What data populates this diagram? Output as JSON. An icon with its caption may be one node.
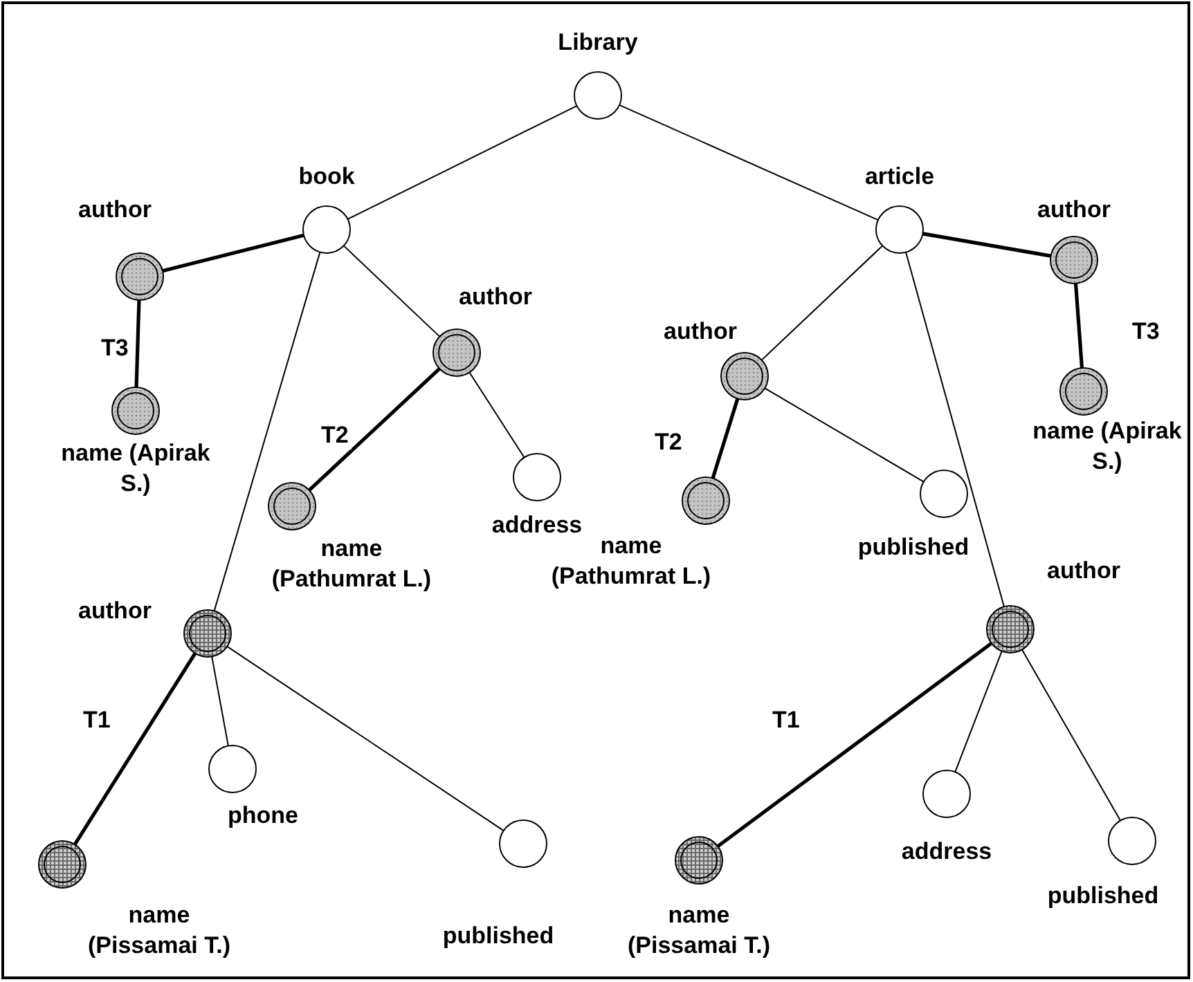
{
  "diagram": {
    "nodes": [
      {
        "text": [
          "Library"
        ]
      },
      {
        "text": [
          "book"
        ]
      },
      {
        "text": [
          "article"
        ]
      },
      {
        "text": [
          "author"
        ]
      },
      {
        "text": [
          "name (Apirak S.)"
        ]
      },
      {
        "text": [
          "author"
        ]
      },
      {
        "text": [
          "name (Pathumrat L.)"
        ]
      },
      {
        "text": [
          "address"
        ]
      },
      {
        "text": [
          "author"
        ]
      },
      {
        "text": [
          "phone"
        ]
      },
      {
        "text": [
          "name (Pissamai T.)"
        ]
      },
      {
        "text": [
          "published"
        ]
      },
      {
        "text": [
          "author"
        ]
      },
      {
        "text": [
          "name (Pathumrat L.)"
        ]
      },
      {
        "text": [
          "published"
        ]
      },
      {
        "text": [
          "author"
        ]
      },
      {
        "text": [
          "name (Apirak S.)"
        ]
      },
      {
        "text": [
          "author"
        ]
      },
      {
        "text": [
          "name (Pissamai T.)"
        ]
      },
      {
        "text": [
          "address"
        ]
      },
      {
        "text": [
          "published"
        ]
      }
    ],
    "edges": [
      {
        "from": 0,
        "to": 1,
        "arrow": "none"
      },
      {
        "from": 0,
        "to": 2,
        "arrow": "none"
      },
      {
        "from": 1,
        "to": 3,
        "arrow": "none",
        "style": "thick"
      },
      {
        "from": 3,
        "to": 4,
        "arrow": "none",
        "style": "thick",
        "label": "T3"
      },
      {
        "from": 1,
        "to": 5,
        "arrow": "none"
      },
      {
        "from": 5,
        "to": 6,
        "arrow": "none",
        "style": "thick",
        "label": "T2"
      },
      {
        "from": 5,
        "to": 7,
        "arrow": "none"
      },
      {
        "from": 1,
        "to": 8,
        "arrow": "none"
      },
      {
        "from": 8,
        "to": 10,
        "arrow": "none",
        "style": "thick",
        "label": "T1"
      },
      {
        "from": 8,
        "to": 9,
        "arrow": "none"
      },
      {
        "from": 8,
        "to": 11,
        "arrow": "none"
      },
      {
        "from": 2,
        "to": 12,
        "arrow": "none"
      },
      {
        "from": 12,
        "to": 13,
        "arrow": "none",
        "style": "thick",
        "label": "T2"
      },
      {
        "from": 12,
        "to": 14,
        "arrow": "none"
      },
      {
        "from": 2,
        "to": 15,
        "arrow": "none",
        "style": "thick"
      },
      {
        "from": 15,
        "to": 16,
        "arrow": "none",
        "style": "thick",
        "label": "T3"
      },
      {
        "from": 2,
        "to": 17,
        "arrow": "none"
      },
      {
        "from": 17,
        "to": 18,
        "arrow": "none",
        "style": "thick",
        "label": "T1"
      },
      {
        "from": 17,
        "to": 19,
        "arrow": "none"
      },
      {
        "from": 17,
        "to": 20,
        "arrow": "none"
      }
    ]
  }
}
